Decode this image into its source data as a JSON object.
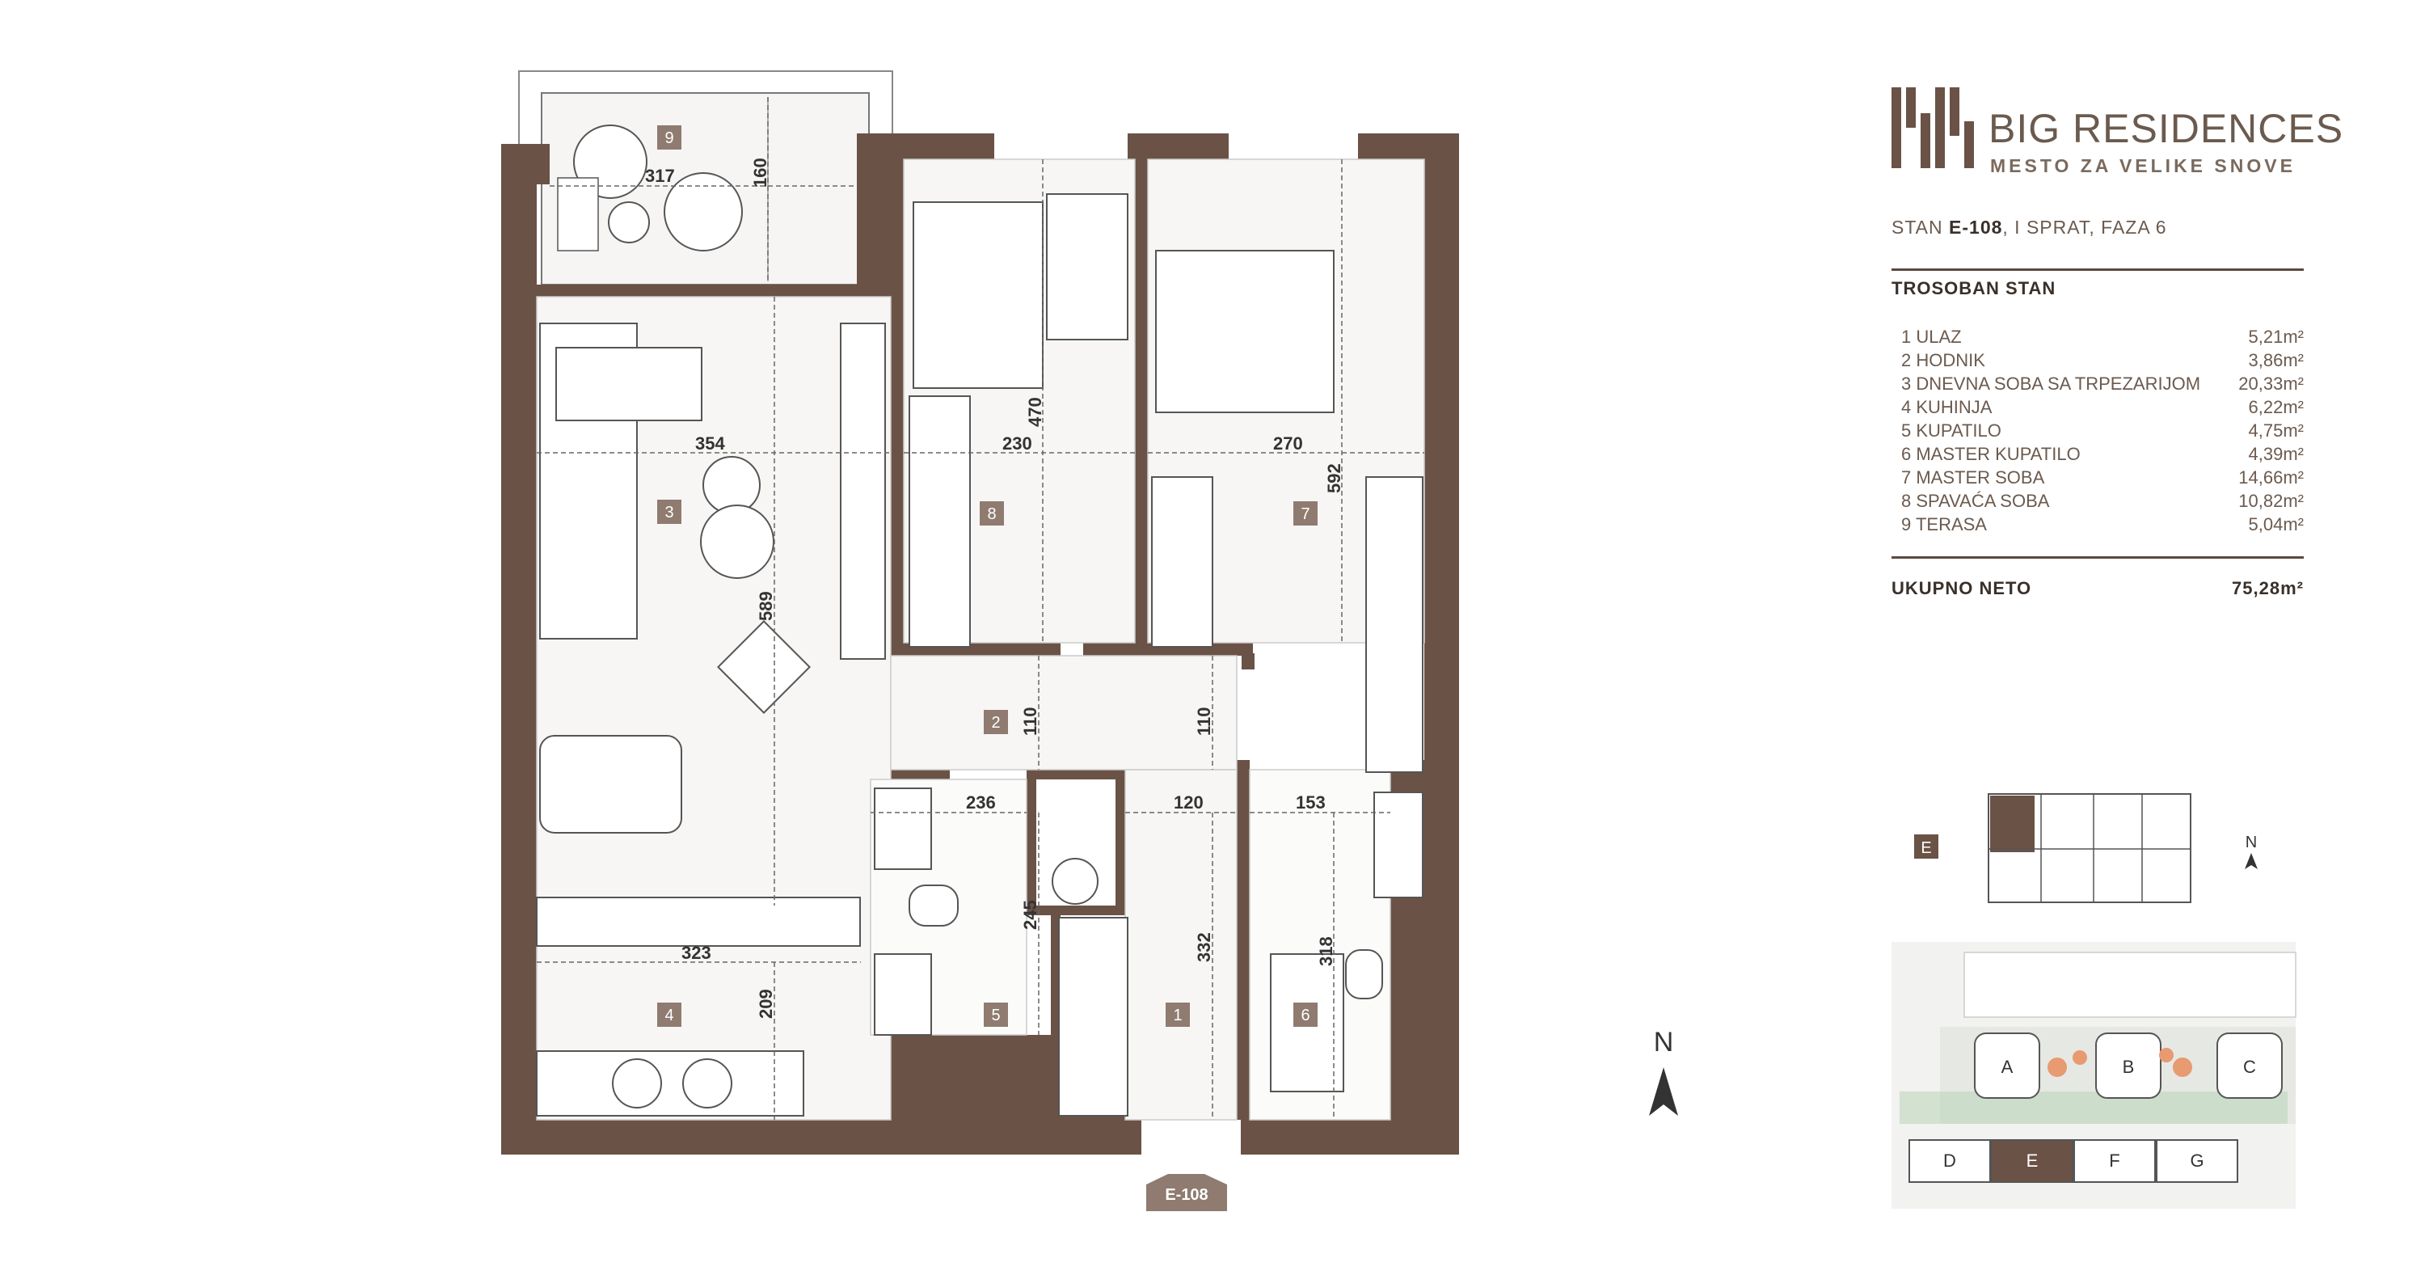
{
  "brand": {
    "name": "BIG RESIDENCES",
    "tagline": "MESTO ZA VELIKE SNOVE",
    "accent_color": "#6b5246"
  },
  "unit": {
    "prefix": "STAN",
    "code": "E-108",
    "suffix": ", I SPRAT, FAZA 6",
    "type": "TROSOBAN STAN",
    "badge": "E-108"
  },
  "rooms": [
    {
      "num": "1",
      "name": "1 ULAZ",
      "area": "5,21m²"
    },
    {
      "num": "2",
      "name": "2 HODNIK",
      "area": "3,86m²"
    },
    {
      "num": "3",
      "name": "3 DNEVNA SOBA SA TRPEZARIJOM",
      "area": "20,33m²"
    },
    {
      "num": "4",
      "name": "4 KUHINJA",
      "area": "6,22m²"
    },
    {
      "num": "5",
      "name": "5 KUPATILO",
      "area": "4,75m²"
    },
    {
      "num": "6",
      "name": "6 MASTER KUPATILO",
      "area": "4,39m²"
    },
    {
      "num": "7",
      "name": "7 MASTER SOBA",
      "area": "14,66m²"
    },
    {
      "num": "8",
      "name": "8 SPAVAĆA SOBA",
      "area": "10,82m²"
    },
    {
      "num": "9",
      "name": "9 TERASA",
      "area": "5,04m²"
    }
  ],
  "total": {
    "label": "UKUPNO NETO",
    "area": "75,28m²"
  },
  "dimensions": {
    "d317": "317",
    "d160": "160",
    "d354": "354",
    "d230": "230",
    "d470": "470",
    "d270": "270",
    "d592": "592",
    "d589": "589",
    "d110a": "110",
    "d110b": "110",
    "d236": "236",
    "d120": "120",
    "d153": "153",
    "d245": "245",
    "d332": "332",
    "d318": "318",
    "d323": "323",
    "d209": "209"
  },
  "compass": {
    "north": "N"
  },
  "keyplan": {
    "block_label": "E",
    "north": "N",
    "buildings": [
      "A",
      "B",
      "C",
      "D",
      "E",
      "F",
      "G"
    ]
  }
}
